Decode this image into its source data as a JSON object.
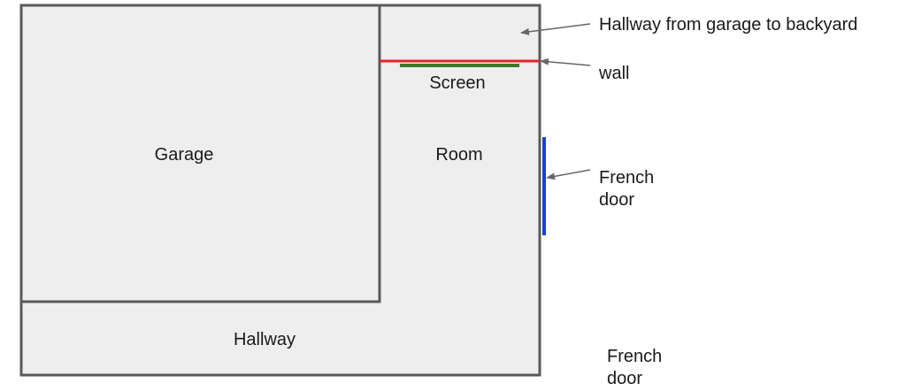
{
  "rooms": {
    "garage": "Garage",
    "room": "Room",
    "hallway": "Hallway"
  },
  "labels": {
    "screen": "Screen",
    "hallway_note": "Hallway from garage to backyard",
    "wall_note": "wall",
    "french_door_1_line1": "French",
    "french_door_1_line2": "door",
    "french_door_2_line1": "French",
    "french_door_2_line2": "door"
  },
  "colors": {
    "floor_fill": "#eeeeee",
    "wall_stroke": "#5a5a5a",
    "wall_marker": "#e0242a",
    "screen_marker": "#3a7a2a",
    "french_door": "#1a3fd6",
    "arrow": "#666666"
  }
}
